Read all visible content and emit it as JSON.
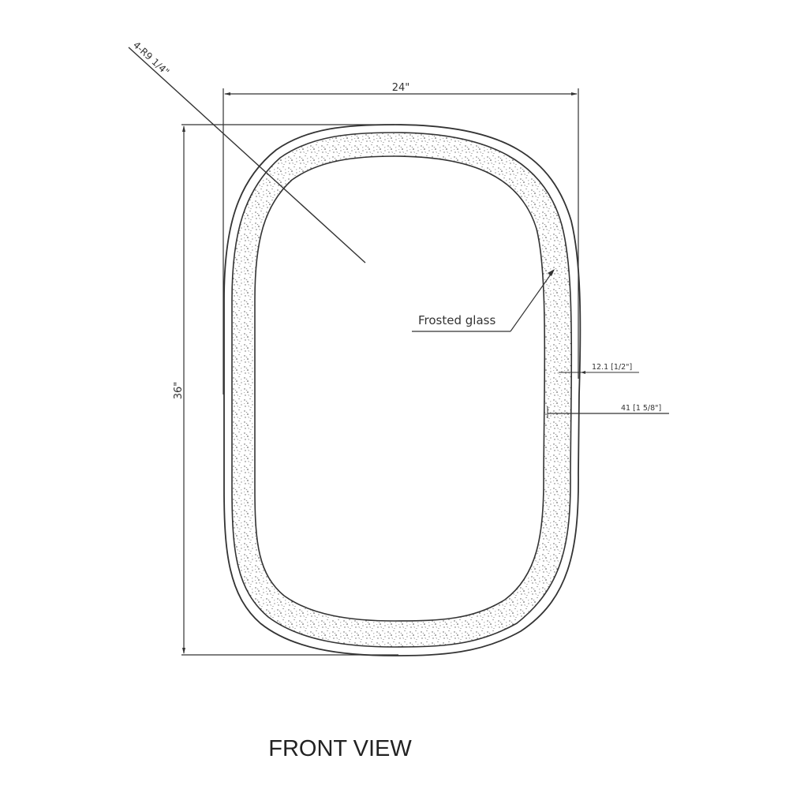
{
  "drawing": {
    "view_title": "FRONT VIEW",
    "subject": "rounded-rectangle mirror with frosted glass border",
    "colors": {
      "line": "#333333",
      "background": "#ffffff",
      "stipple": "#555555"
    }
  },
  "dimensions": {
    "width_label": "24\"",
    "height_label": "36\"",
    "corner_radius_label": "4-R9 1/4\"",
    "frame_thickness_label": "12.1 [1/2\"]",
    "frost_band_label": "41 [1 5/8\"]"
  },
  "callouts": {
    "frosted_glass_label": "Frosted glass"
  }
}
